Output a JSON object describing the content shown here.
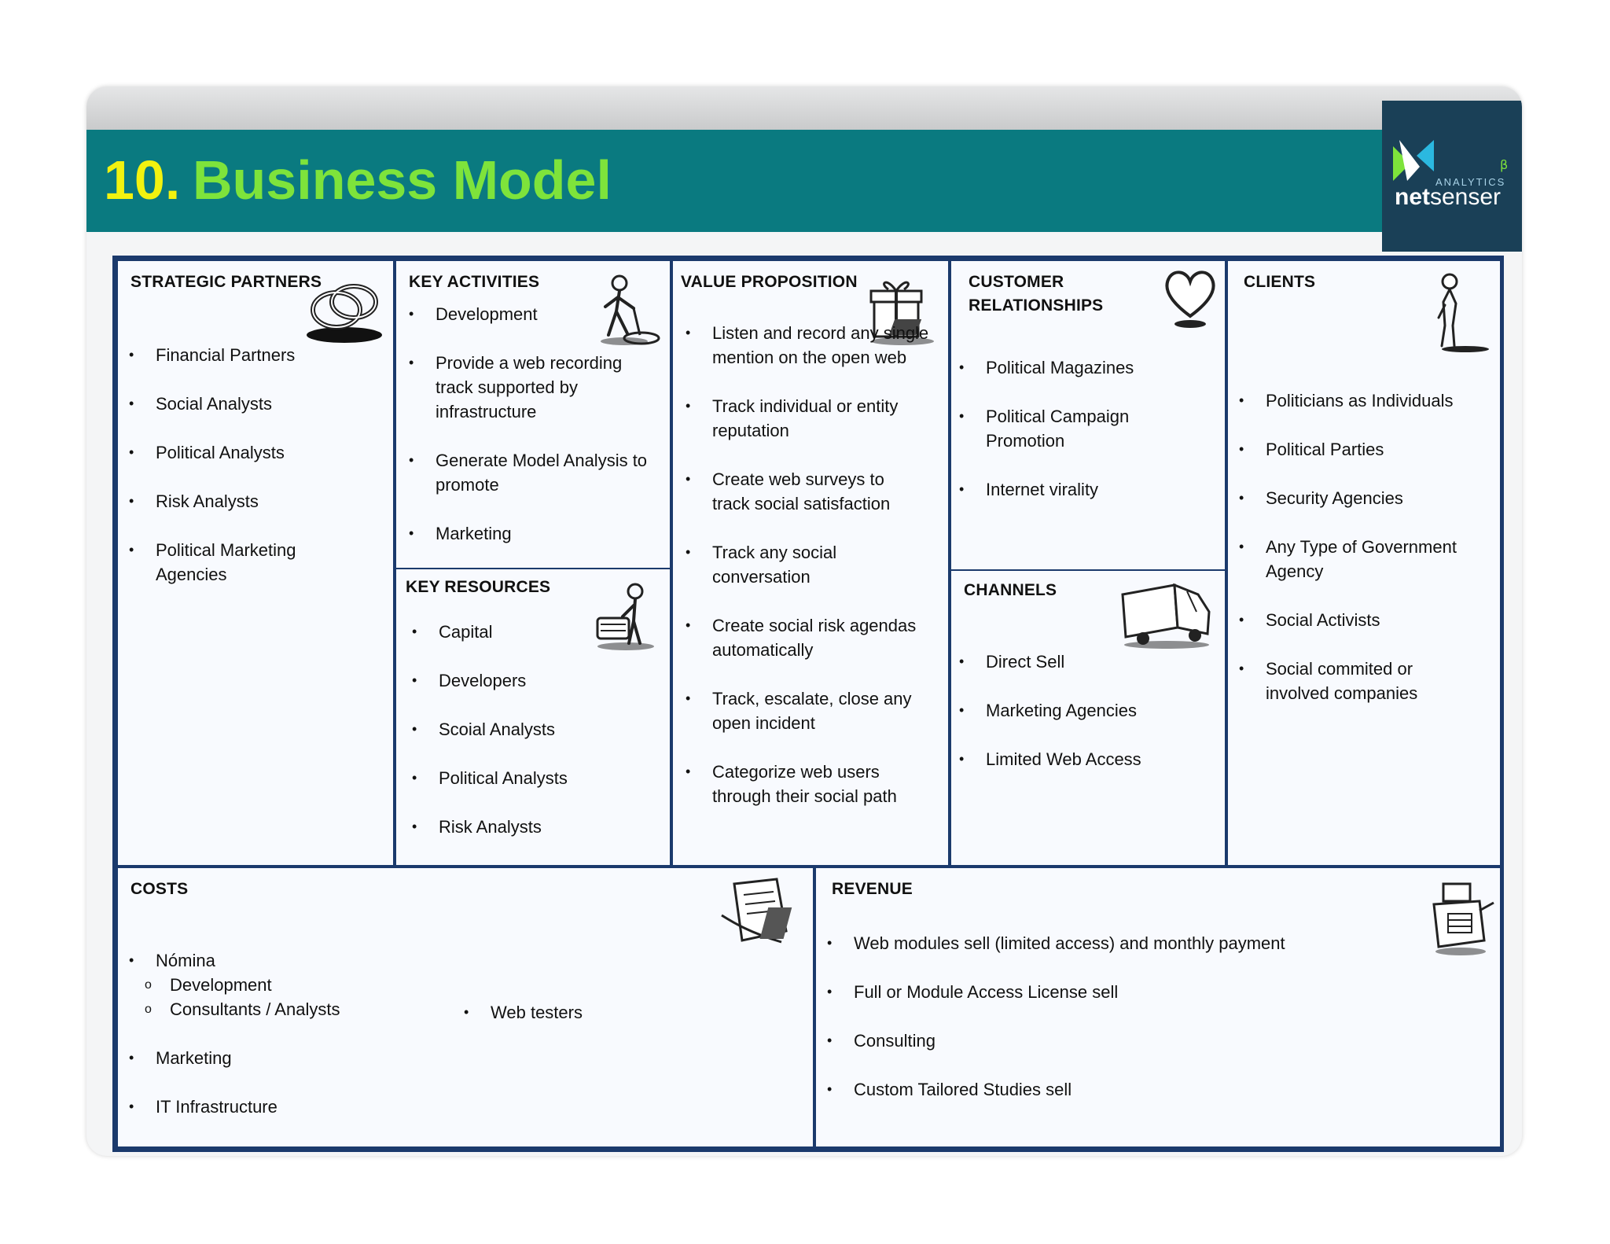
{
  "header": {
    "number": "10.",
    "title": "Business Model"
  },
  "logo": {
    "analytics": "ANALYTICS",
    "beta": "β",
    "word_bold": "net",
    "word_rest": "senser",
    "colors": {
      "background": "#1a4057",
      "mark_green": "#7ee33b",
      "mark_blue": "#2bb8e0"
    }
  },
  "colors": {
    "title_bar": "#0a7a80",
    "number": "#f2f20f",
    "title": "#7ee33b",
    "grid_border": "#1b3a6c"
  },
  "sections": {
    "strategic_partners": {
      "title": "STRATEGIC PARTNERS",
      "icon": "rings-icon",
      "items": [
        "Financial Partners",
        "Social Analysts",
        "Political Analysts",
        "Risk Analysts",
        "Political Marketing Agencies"
      ]
    },
    "key_activities": {
      "title": "KEY ACTIVITIES",
      "icon": "worker-digging-icon",
      "items": [
        "Development",
        "Provide a web recording track supported by infrastructure",
        "Generate Model Analysis to promote",
        "Marketing"
      ]
    },
    "key_resources": {
      "title": "KEY RESOURCES",
      "icon": "worker-with-machine-icon",
      "items": [
        "Capital",
        "Developers",
        "Scoial Analysts",
        "Political Analysts",
        "Risk Analysts"
      ]
    },
    "value_proposition": {
      "title": "VALUE PROPOSITION",
      "icon": "gift-box-icon",
      "items": [
        "Listen and record any single mention on the open web",
        "Track individual or entity reputation",
        "Create web surveys to track social satisfaction",
        "Track any social conversation",
        "Create social risk agendas automatically",
        "Track, escalate, close any open incident",
        "Categorize web users through their social path"
      ]
    },
    "customer_relationships": {
      "title_line1": "CUSTOMER",
      "title_line2": "RELATIONSHIPS",
      "icon": "heart-icon",
      "items": [
        "Political Magazines",
        "Political Campaign Promotion",
        "Internet virality"
      ]
    },
    "channels": {
      "title": "CHANNELS",
      "icon": "truck-icon",
      "items": [
        "Direct Sell",
        "Marketing Agencies",
        "Limited Web Access"
      ]
    },
    "clients": {
      "title": "CLIENTS",
      "icon": "person-icon",
      "items": [
        "Politicians as Individuals",
        "Political Parties",
        "Security Agencies",
        "Any Type of Government Agency",
        "Social Activists",
        "Social commited or involved companies"
      ]
    },
    "costs": {
      "title": "COSTS",
      "icon": "document-icon",
      "nomina": "Nómina",
      "nomina_sub": [
        "Development",
        "Consultants / Analysts"
      ],
      "items_after": [
        "Marketing",
        "IT Infrastructure"
      ],
      "side_item": "Web testers"
    },
    "revenue": {
      "title": "REVENUE",
      "icon": "cash-register-icon",
      "items": [
        "Web modules sell (limited access) and monthly payment",
        "Full or Module Access License sell",
        "Consulting",
        "Custom Tailored Studies sell"
      ]
    }
  }
}
